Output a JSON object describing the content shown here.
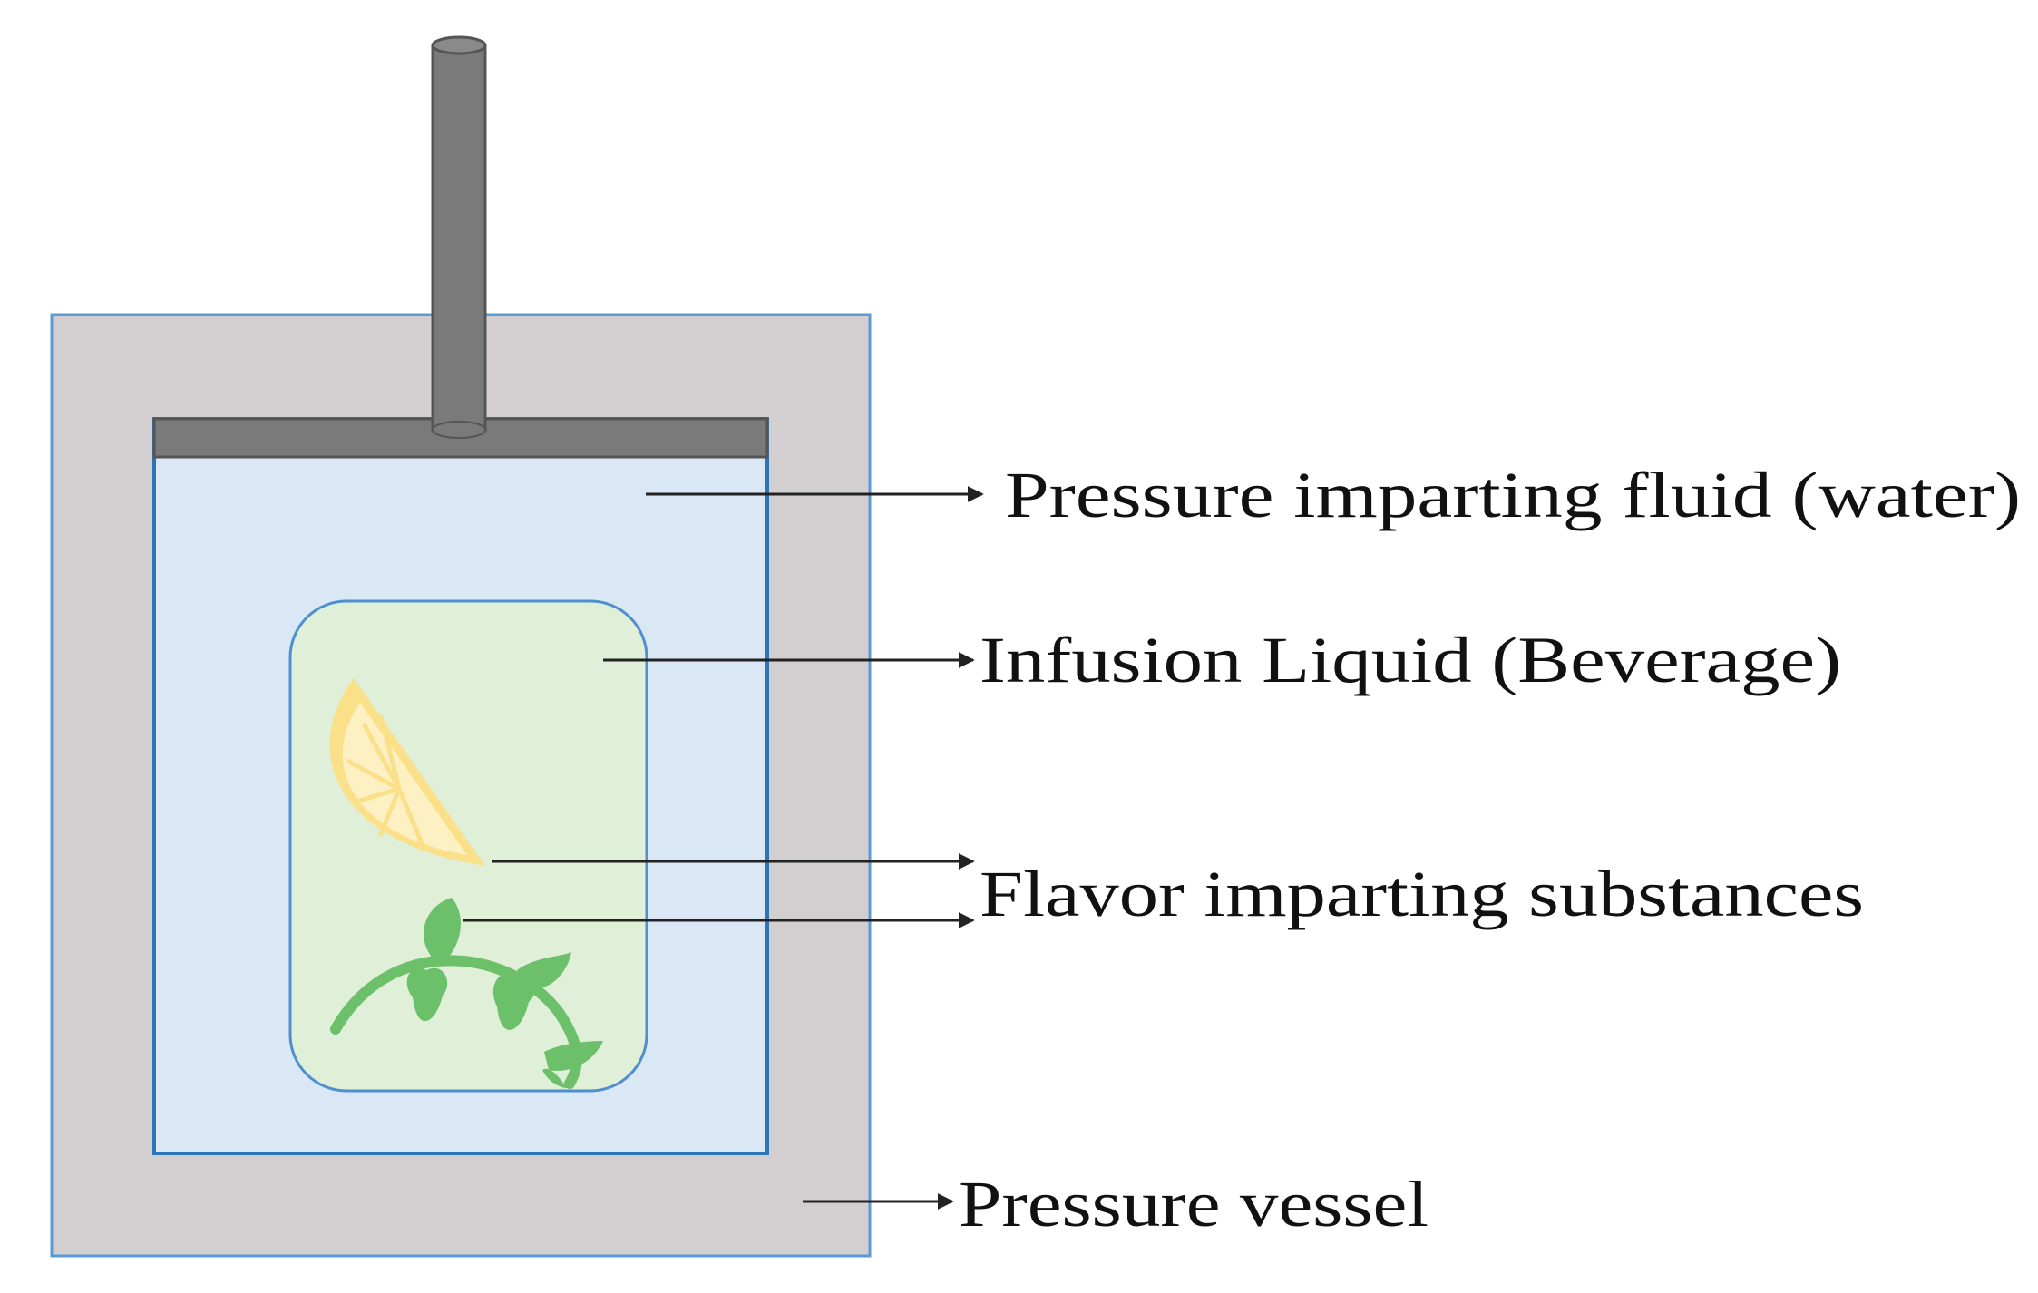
{
  "labels": {
    "pressure_fluid": "Pressure imparting fluid (water)",
    "infusion_liquid": "Infusion Liquid (Beverage)",
    "flavor_substances": "Flavor imparting substances",
    "pressure_vessel": "Pressure vessel"
  },
  "colors": {
    "vessel_fill": "#d3cfd0",
    "vessel_border": "#5b9bd5",
    "water_fill": "#dae8f6",
    "water_border": "#2e75b6",
    "infusion_fill": "#dfefd8",
    "infusion_border": "#4f8fd0",
    "piston": "#7a7a7a",
    "piston_dark": "#555555",
    "lemon_rind": "#fbe08a",
    "lemon_flesh": "#fdf1c4",
    "leaf": "#6cc06a",
    "arrow": "#222222"
  },
  "icons": {
    "lemon": "lemon-slice-icon",
    "herb": "herb-sprig-icon"
  }
}
